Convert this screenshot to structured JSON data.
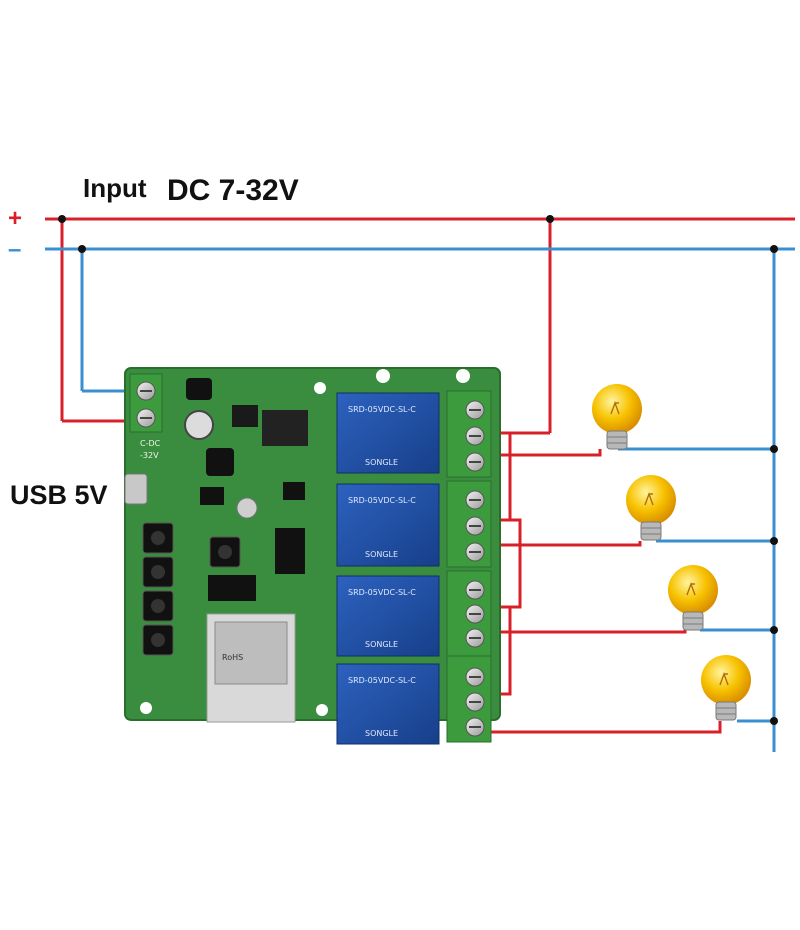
{
  "labels": {
    "input_prefix": "Input",
    "input_voltage": "DC 7-32V",
    "usb": "USB 5V",
    "plus": "+",
    "minus": "–"
  },
  "board": {
    "silk_top": "C-DC",
    "silk_bottom": "-32V",
    "relay_text": "SRD-05VDC-SL-C",
    "relay_brand": "SONGLE",
    "module_text": "RoHS"
  },
  "colors": {
    "positive_wire": "#d9202a",
    "negative_wire": "#3a8fd0",
    "pcb": "#3a8d3e",
    "relay": "#1f4fa3",
    "terminal": "#3c9b3c",
    "bulb": "#f5b800"
  },
  "relays": [
    {
      "id": "relay-1"
    },
    {
      "id": "relay-2"
    },
    {
      "id": "relay-3"
    },
    {
      "id": "relay-4"
    }
  ],
  "bulbs": [
    {
      "id": "bulb-1"
    },
    {
      "id": "bulb-2"
    },
    {
      "id": "bulb-3"
    },
    {
      "id": "bulb-4"
    }
  ]
}
